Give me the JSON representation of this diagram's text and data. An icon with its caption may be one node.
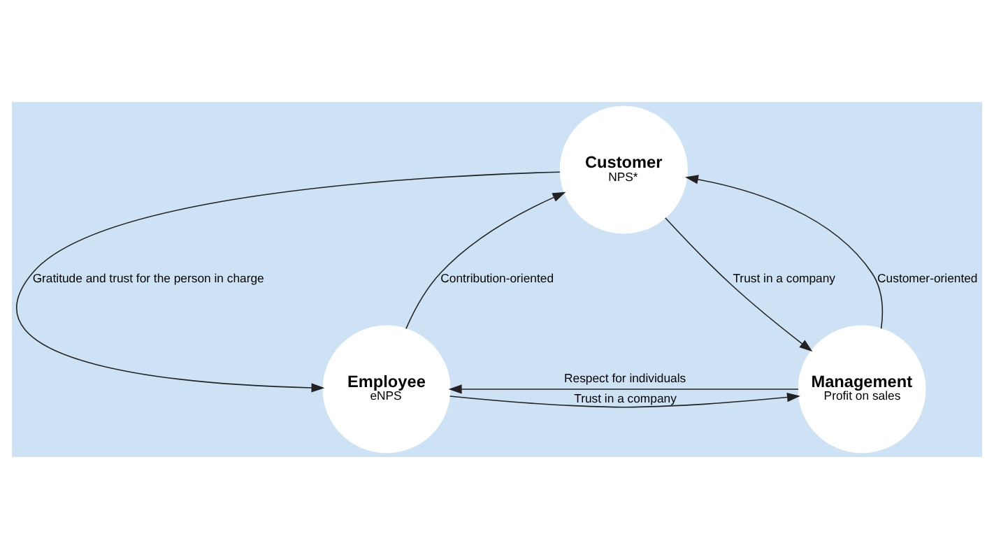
{
  "diagram": {
    "nodes": [
      {
        "text": [
          "Customer",
          "NPS*"
        ]
      },
      {
        "text": [
          "Employee",
          "eNPS"
        ]
      },
      {
        "text": [
          "Management",
          "Profit on sales"
        ]
      }
    ],
    "edges": [
      {
        "from": 0,
        "to": 1,
        "arrow": "to",
        "label": "Gratitude and trust for the person in charge"
      },
      {
        "from": 1,
        "to": 0,
        "arrow": "to",
        "label": "Contribution-oriented"
      },
      {
        "from": 0,
        "to": 2,
        "arrow": "to",
        "label": "Trust in a company"
      },
      {
        "from": 2,
        "to": 0,
        "arrow": "to",
        "label": "Customer-oriented"
      },
      {
        "from": 1,
        "to": 2,
        "arrow": "to",
        "label": "Trust in a company"
      },
      {
        "from": 2,
        "to": 1,
        "arrow": "to",
        "label": "Respect for individuals"
      }
    ]
  }
}
